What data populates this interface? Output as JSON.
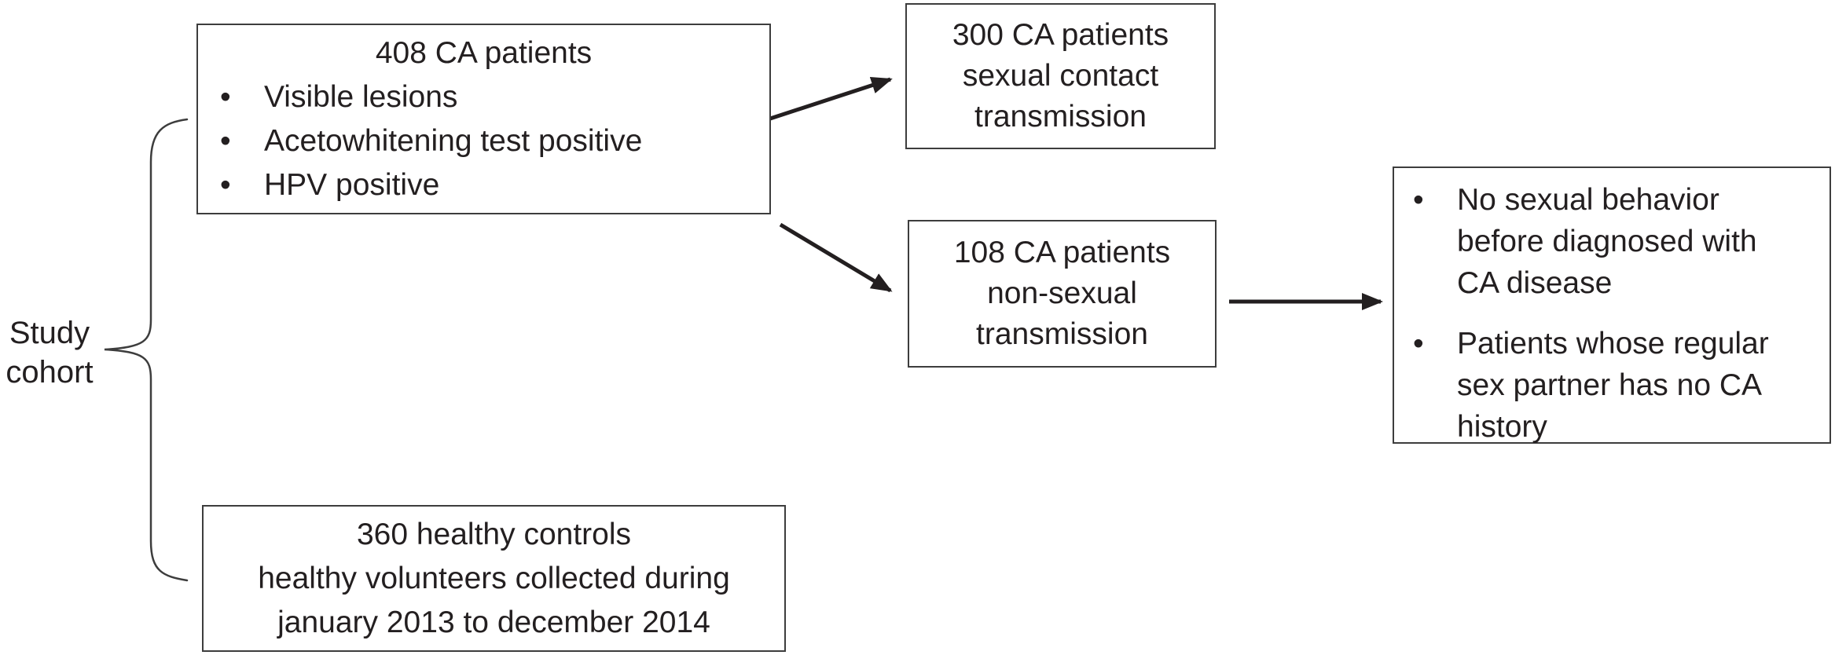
{
  "colors": {
    "text": "#231f20",
    "border": "#3d3d3d",
    "arrow": "#231f20",
    "background": "#ffffff"
  },
  "chars": {
    "bullet": "•"
  },
  "study_cohort": {
    "label": "Study\ncohort"
  },
  "boxes": {
    "ca_patients": {
      "title": "408 CA patients",
      "bullets": [
        "Visible lesions",
        "Acetowhitening test positive",
        "HPV positive"
      ]
    },
    "sexual_transmission": {
      "text": "300 CA patients\nsexual contact\ntransmission"
    },
    "non_sexual_transmission": {
      "text": "108 CA patients\nnon-sexual\ntransmission"
    },
    "non_sexual_criteria": {
      "bullets": [
        "No sexual behavior\nbefore diagnosed with\nCA disease",
        "Patients whose regular\nsex partner has no CA\nhistory"
      ]
    },
    "healthy_controls": {
      "text": "360 healthy controls\nhealthy volunteers collected during\njanuary 2013 to december 2014"
    }
  }
}
